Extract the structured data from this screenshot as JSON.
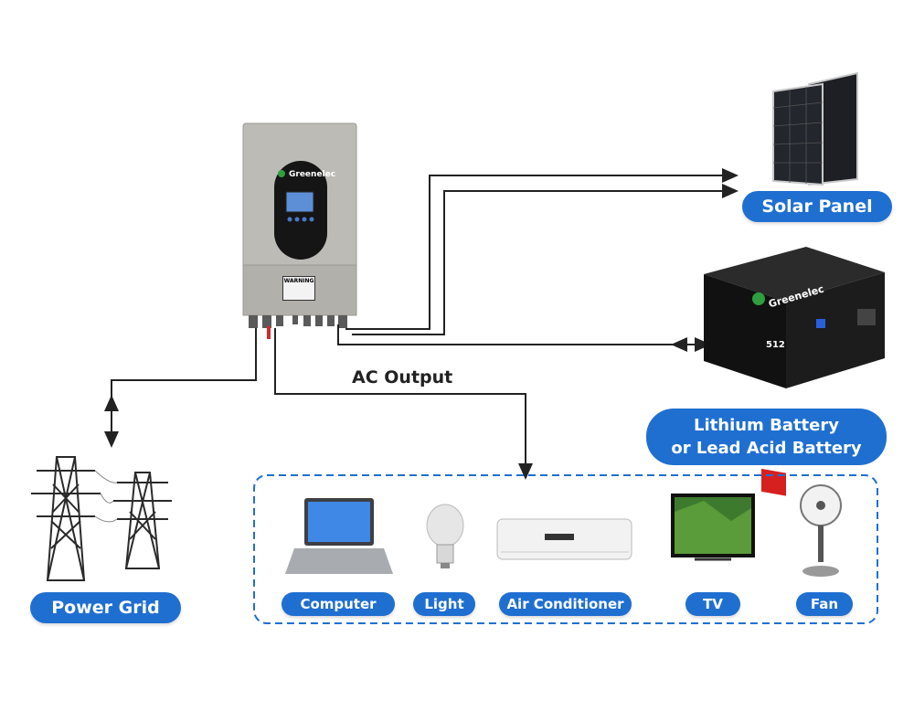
{
  "diagram": {
    "labels": {
      "solar_panel": "Solar Panel",
      "battery_line1": "Lithium Battery",
      "battery_line2": "or Lead Acid Battery",
      "power_grid": "Power Grid",
      "ac_output": "AC Output"
    },
    "inverter": {
      "brand": "Greenelec",
      "warning_title": "WARNING"
    },
    "battery": {
      "brand": "Greenelec",
      "display": "512"
    },
    "appliances": [
      {
        "label": "Computer"
      },
      {
        "label": "Light"
      },
      {
        "label": "Air Conditioner"
      },
      {
        "label": "TV"
      },
      {
        "label": "Fan"
      }
    ],
    "colors": {
      "accent": "#1f6fd1",
      "wire": "#222222",
      "dashed_border": "#1f6fd1"
    }
  }
}
